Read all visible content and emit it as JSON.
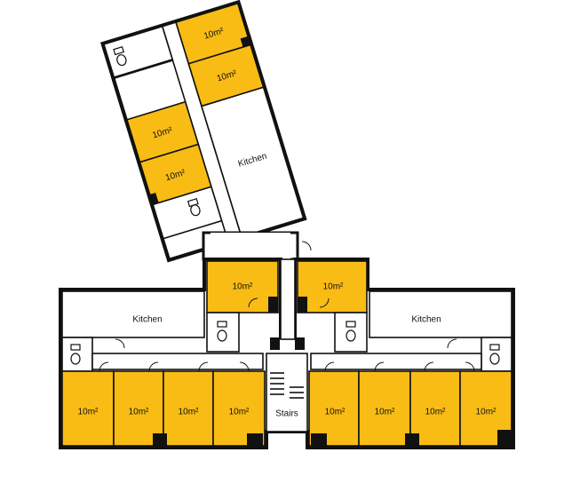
{
  "plan": {
    "room_area_label": "10m²",
    "kitchen_label": "Kitchen",
    "stairs_label": "Stairs",
    "colors": {
      "room_fill": "#f9bc14",
      "wall": "#111111",
      "background": "#ffffff"
    },
    "icons": [
      "toilet-icon",
      "sink-icon",
      "door-swing-icon"
    ]
  }
}
